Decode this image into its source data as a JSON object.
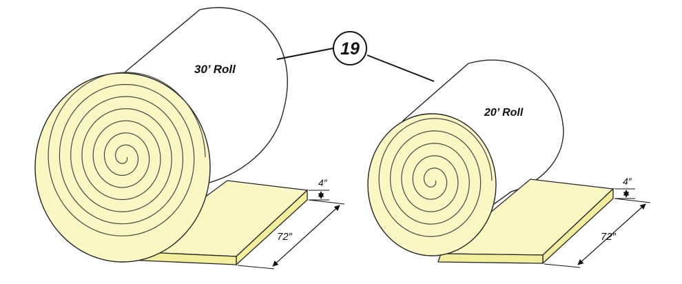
{
  "callout": {
    "number": "19"
  },
  "rolls": [
    {
      "label": "30’ Roll",
      "thickness": "4″",
      "width": "72″"
    },
    {
      "label": "20’ Roll",
      "thickness": "4″",
      "width": "72″"
    }
  ],
  "colors": {
    "foam": "#FAF7C4",
    "foam_edge": "#F2EE9E",
    "outline": "#222222",
    "body": "#ffffff"
  }
}
